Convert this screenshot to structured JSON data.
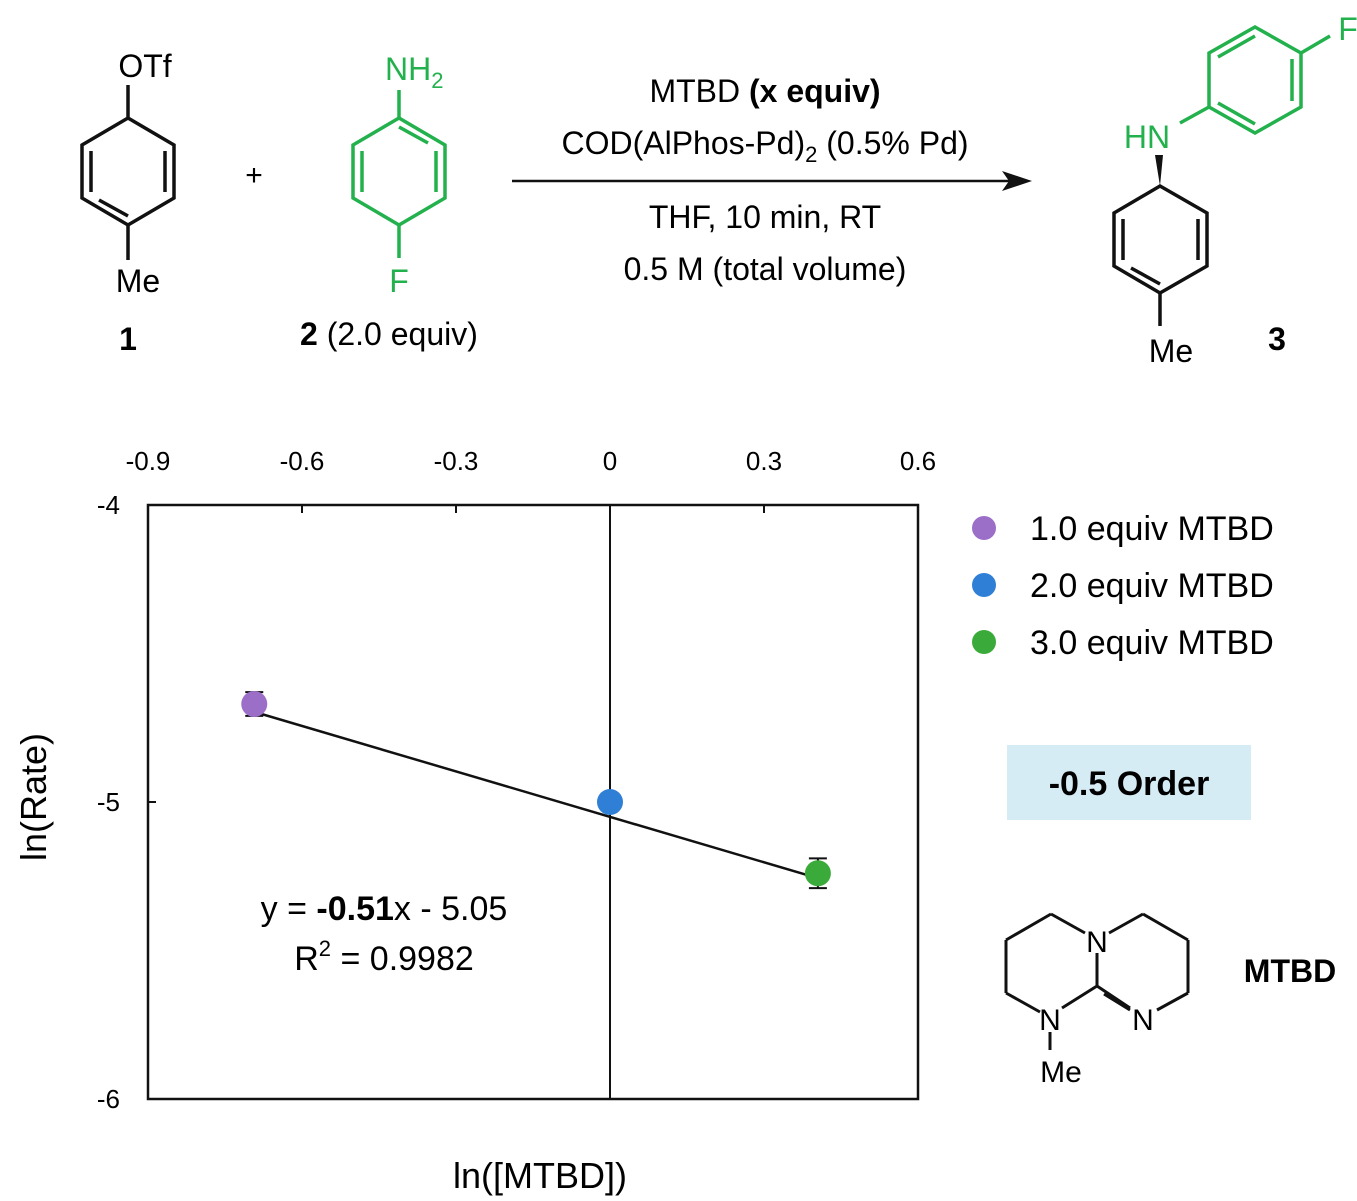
{
  "scheme": {
    "reactant1": {
      "substituent_top": "OTf",
      "substituent_bottom": "Me",
      "number": "1"
    },
    "plus": "+",
    "reactant2": {
      "substituent_top": "NH",
      "substituent_top_sub": "2",
      "substituent_bottom": "F",
      "number": "2",
      "equiv": "(2.0 equiv)"
    },
    "conditions": {
      "line1_reagent": "MTBD ",
      "line1_bold": "(x equiv)",
      "line2_pre": "COD(AlPhos-Pd)",
      "line2_sub": "2",
      "line2_post": " (0.5% Pd)",
      "line3": "THF, 10 min, RT",
      "line4": "0.5 M (total volume)"
    },
    "product": {
      "nh_label": "HN",
      "substituent_top": "F",
      "substituent_bottom": "Me",
      "number": "3"
    },
    "colors": {
      "green": "#22b14c",
      "black": "#111111"
    }
  },
  "chart_data": {
    "type": "scatter",
    "xlabel": "ln([MTBD])",
    "ylabel": "ln(Rate)",
    "xlim": [
      -0.9,
      0.6
    ],
    "ylim": [
      -6,
      -4
    ],
    "x_ticks": [
      -0.9,
      -0.6,
      -0.3,
      0,
      0.3,
      0.6
    ],
    "x_tick_labels": [
      "-0.9",
      "-0.6",
      "-0.3",
      "0",
      "0.3",
      "0.6"
    ],
    "y_ticks": [
      -4,
      -5,
      -6
    ],
    "y_tick_labels": [
      "-4",
      "-5",
      "-6"
    ],
    "x_axis_position": "top",
    "grid": false,
    "legend_position": "right",
    "series": [
      {
        "name": "1.0 equiv MTBD",
        "x": [
          -0.693
        ],
        "y": [
          -4.67
        ],
        "err": [
          0.04
        ],
        "color": "#9b6fc8"
      },
      {
        "name": "2.0 equiv MTBD",
        "x": [
          0.0
        ],
        "y": [
          -5.0
        ],
        "err": [
          0.0
        ],
        "color": "#2f7fd6"
      },
      {
        "name": "3.0 equiv MTBD",
        "x": [
          0.405
        ],
        "y": [
          -5.24
        ],
        "err": [
          0.05
        ],
        "color": "#3aab3a"
      }
    ],
    "fit": {
      "slope": -0.51,
      "intercept": -5.05,
      "eq_prefix": "y = ",
      "eq_slope": "-0.51",
      "eq_suffix": "x - 5.05",
      "r2_label": "R",
      "r2_sup": "2",
      "r2_value": " = 0.9982"
    },
    "order_label": "-0.5 Order",
    "order_box_color": "#d6ecf5"
  },
  "structure_mtbd": {
    "name": "MTBD",
    "atom_n": "N",
    "atom_me": "Me"
  }
}
